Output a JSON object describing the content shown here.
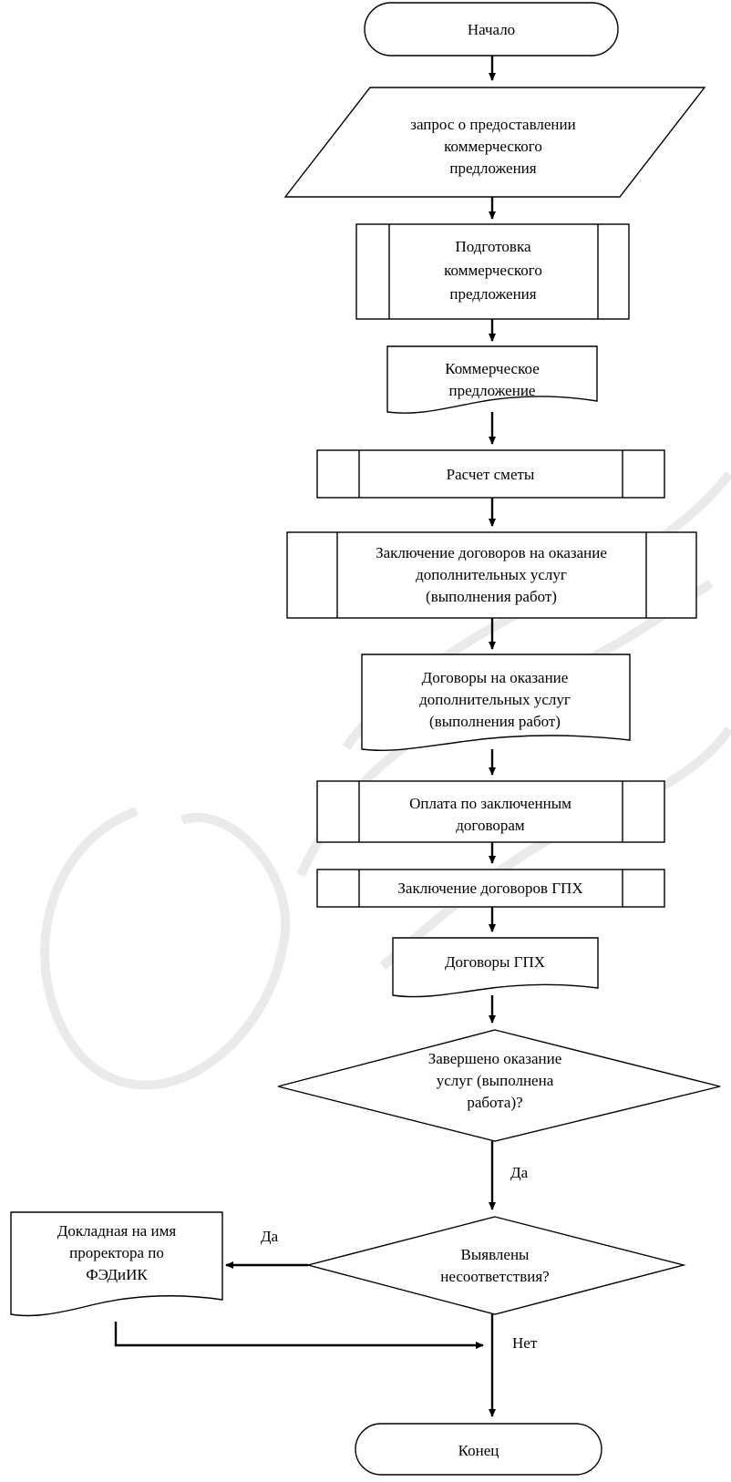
{
  "nodes": {
    "start": "Начало",
    "request": [
      "запрос о предоставлении",
      "коммерческого",
      "предложения"
    ],
    "prep": [
      "Подготовка",
      "коммерческого",
      "предложения"
    ],
    "offer": [
      "Коммерческое",
      "предложение"
    ],
    "estimate": "Расчет сметы",
    "contracts": [
      "Заключение договоров на оказание",
      "дополнительных услуг",
      "(выполнения работ)"
    ],
    "contracts_doc": [
      "Договоры на оказание",
      "дополнительных услуг",
      "(выполнения работ)"
    ],
    "payment": [
      "Оплата по заключенным",
      "договорам"
    ],
    "gph": "Заключение договоров ГПХ",
    "gph_doc": "Договоры ГПХ",
    "check_done": [
      "Завершено оказание",
      "услуг (выполнена",
      "работа)?"
    ],
    "check_issues": [
      "Выявлены",
      "несоответствия?"
    ],
    "memo": [
      "Докладная на имя",
      "проректора по",
      "ФЭДиИК"
    ],
    "end": "Конец"
  },
  "edges": {
    "yes_1": "Да",
    "yes_2": "Да",
    "no": "Нет"
  }
}
